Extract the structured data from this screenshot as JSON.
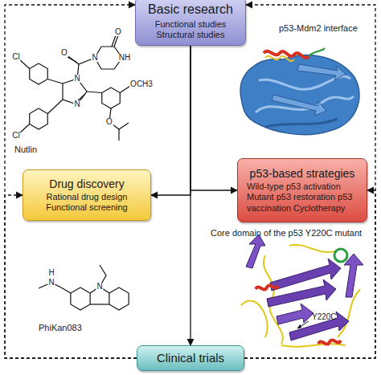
{
  "diagram": {
    "nodes": [
      {
        "text": [
          "Basic research",
          "Functional studies Structural studies"
        ]
      },
      {
        "text": [
          "Drug discovery",
          "Rational drug design Functional screening"
        ]
      },
      {
        "text": [
          "p53-based strategies",
          "Wild-type p53 activation Mutant p53 restoration p53 vaccination Cyclotherapy"
        ]
      },
      {
        "text": [
          "Clinical trials"
        ]
      }
    ],
    "edges": [
      {
        "from": 0,
        "to": 3,
        "arrow": "to"
      },
      {
        "from": 0,
        "to": 1,
        "arrow": "to"
      },
      {
        "from": 0,
        "to": 2,
        "arrow": "to"
      },
      {
        "from": 3,
        "to": 0,
        "arrow": "to"
      },
      {
        "from": 3,
        "to": 1,
        "arrow": "to"
      },
      {
        "from": 3,
        "to": 2,
        "arrow": "to"
      },
      {
        "from": 3,
        "to": 0,
        "arrow": "to"
      }
    ],
    "labels": [
      "Nutlin",
      "PhiKan083",
      "p53-Mdm2 interface",
      "Core domain of the p53 Y220C mutant",
      "Y220C",
      "Cl",
      "Cl",
      "O",
      "N",
      "NH",
      "O",
      "N",
      "N",
      "OCH3",
      "O",
      "H",
      "N",
      "N"
    ]
  }
}
